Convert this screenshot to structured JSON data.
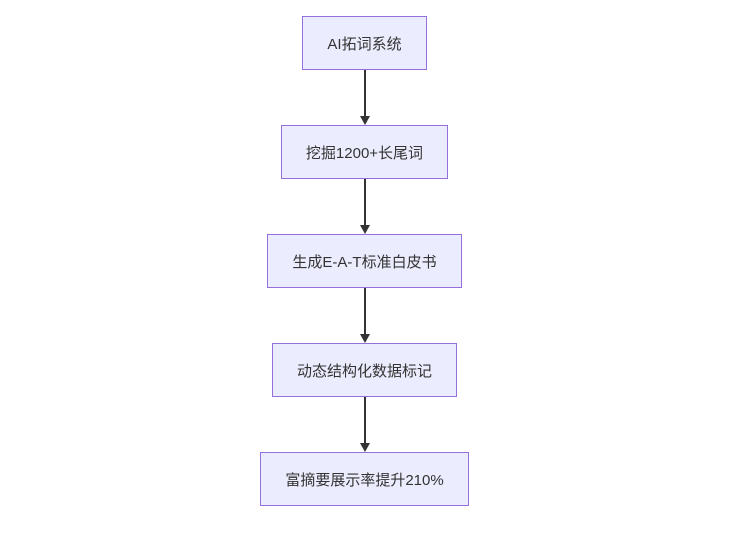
{
  "diagram": {
    "type": "flowchart",
    "direction": "top-down",
    "nodes": [
      {
        "id": "n1",
        "label": "AI拓词系统"
      },
      {
        "id": "n2",
        "label": "挖掘1200+长尾词"
      },
      {
        "id": "n3",
        "label": "生成E-A-T标准白皮书"
      },
      {
        "id": "n4",
        "label": "动态结构化数据标记"
      },
      {
        "id": "n5",
        "label": "富摘要展示率提升210%"
      }
    ],
    "edges": [
      {
        "from": "n1",
        "to": "n2"
      },
      {
        "from": "n2",
        "to": "n3"
      },
      {
        "from": "n3",
        "to": "n4"
      },
      {
        "from": "n4",
        "to": "n5"
      }
    ],
    "colors": {
      "node_fill": "#ececff",
      "node_border": "#9370db",
      "text": "#333333",
      "arrow": "#333333",
      "background": "#ffffff"
    }
  }
}
